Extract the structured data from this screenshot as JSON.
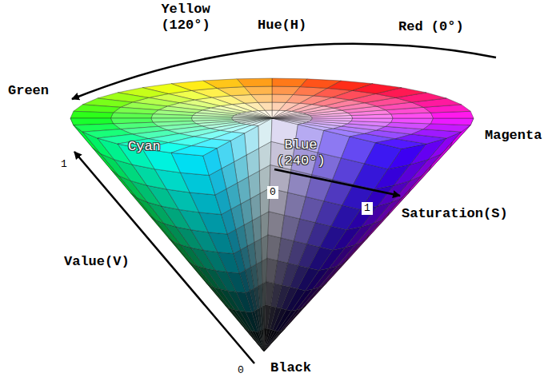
{
  "diagram": {
    "labels": [
      "Yellow (120°)",
      "Hue(H)",
      "Red (0°)",
      "Green",
      "Cyan",
      "Blue (240°)",
      "Magenta",
      "1",
      "0",
      "Saturation(S)",
      "1",
      "Value(V)",
      "0",
      "Black"
    ]
  }
}
